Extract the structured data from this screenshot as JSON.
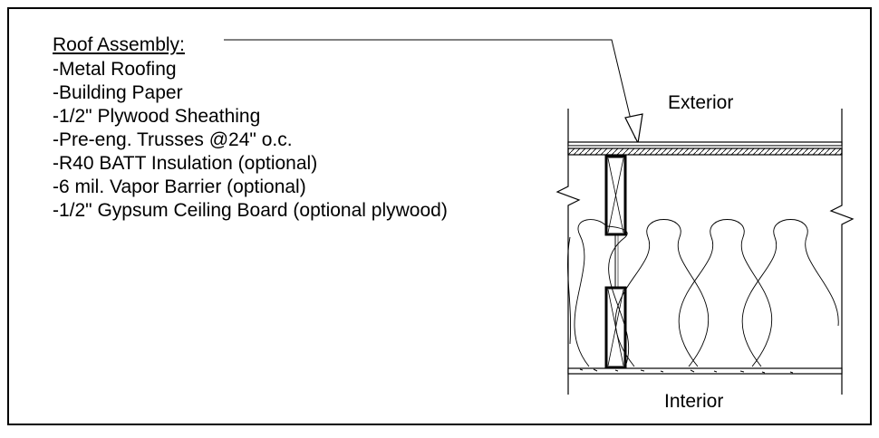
{
  "assembly": {
    "title": "Roof Assembly:",
    "layers": [
      "-Metal Roofing",
      "-Building Paper",
      "-1/2\" Plywood Sheathing",
      "-Pre-eng. Trusses @24\" o.c.",
      "-R40 BATT Insulation (optional)",
      "-6 mil. Vapor Barrier (optional)",
      "-1/2\" Gypsum Ceiling Board (optional plywood)"
    ]
  },
  "section": {
    "exterior_label": "Exterior",
    "interior_label": "Interior",
    "line_color": "#000000",
    "background": "#ffffff"
  }
}
